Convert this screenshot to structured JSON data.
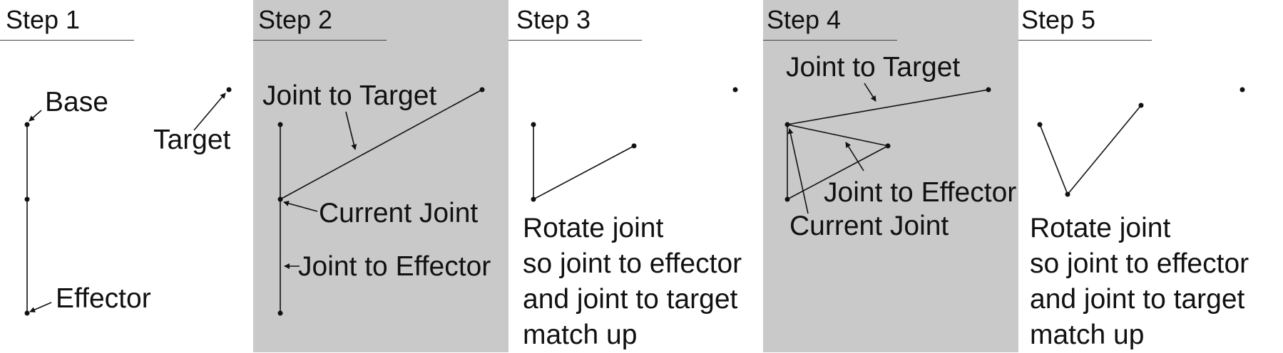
{
  "panels": [
    {
      "title": "Step 1",
      "shaded": false
    },
    {
      "title": "Step 2",
      "shaded": true
    },
    {
      "title": "Step 3",
      "shaded": false
    },
    {
      "title": "Step 4",
      "shaded": true
    },
    {
      "title": "Step 5",
      "shaded": false
    }
  ],
  "labels": {
    "base": "Base",
    "target": "Target",
    "effector": "Effector",
    "joint_to_target": "Joint to Target",
    "current_joint": "Current Joint",
    "joint_to_effector": "Joint to Effector"
  },
  "captions": {
    "step3": [
      "Rotate joint",
      "so joint to effector",
      "and joint to target",
      "match up"
    ],
    "step5": [
      "Rotate joint",
      "so joint to effector",
      "and joint to target",
      "match up"
    ]
  },
  "colors": {
    "ink": "#111111",
    "shade": "#c9c9c9",
    "background": "#ffffff"
  }
}
